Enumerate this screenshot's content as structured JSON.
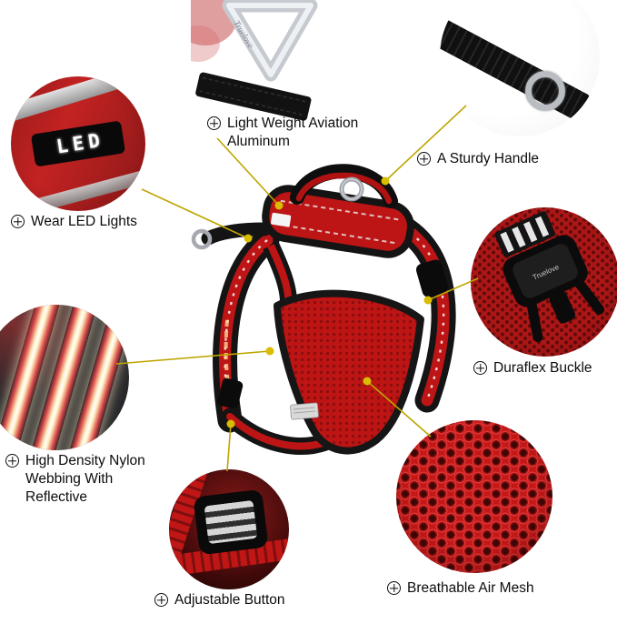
{
  "brand": "Truelove",
  "led_text": "LED",
  "colors": {
    "harness_red": "#bd1515",
    "strap_black": "#141414",
    "connector_line": "#bfa600",
    "connector_dot": "#d9bd00"
  },
  "callouts": {
    "aluminum": {
      "label": "Light Weight Aviation Aluminum"
    },
    "handle": {
      "label": "A Sturdy Handle"
    },
    "led": {
      "label": "Wear LED Lights"
    },
    "buckle": {
      "label": "Duraflex Buckle"
    },
    "webbing": {
      "label": "High Density Nylon Webbing With Reflective"
    },
    "adjustable": {
      "label": "Adjustable Button"
    },
    "mesh": {
      "label": "Breathable Air Mesh"
    }
  }
}
